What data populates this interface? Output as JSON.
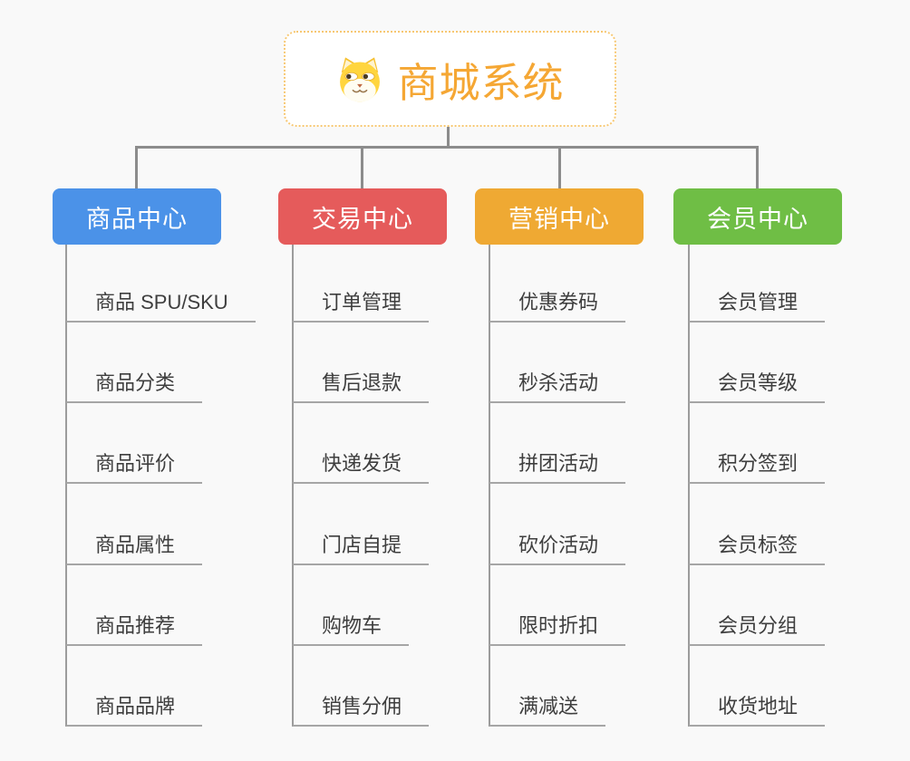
{
  "colors": {
    "background": "#f9f9f9",
    "connector": "#8c8c8c",
    "branch_line": "#9c9c9c",
    "child_underline": "#a6a6a6",
    "child_text": "#3e3e3e"
  },
  "root": {
    "label": "商城系统",
    "icon": "dog-face-icon",
    "text_color": "#f5a734",
    "border_color": "#f7c873"
  },
  "branches": [
    {
      "label": "商品中心",
      "color": "#4b92e8",
      "children": [
        "商品 SPU/SKU",
        "商品分类",
        "商品评价",
        "商品属性",
        "商品推荐",
        "商品品牌"
      ]
    },
    {
      "label": "交易中心",
      "color": "#e55b5b",
      "children": [
        "订单管理",
        "售后退款",
        "快递发货",
        "门店自提",
        "购物车",
        "销售分佣"
      ]
    },
    {
      "label": "营销中心",
      "color": "#efa933",
      "children": [
        "优惠券码",
        "秒杀活动",
        "拼团活动",
        "砍价活动",
        "限时折扣",
        "满减送"
      ]
    },
    {
      "label": "会员中心",
      "color": "#6fbe45",
      "children": [
        "会员管理",
        "会员等级",
        "积分签到",
        "会员标签",
        "会员分组",
        "收货地址"
      ]
    }
  ]
}
